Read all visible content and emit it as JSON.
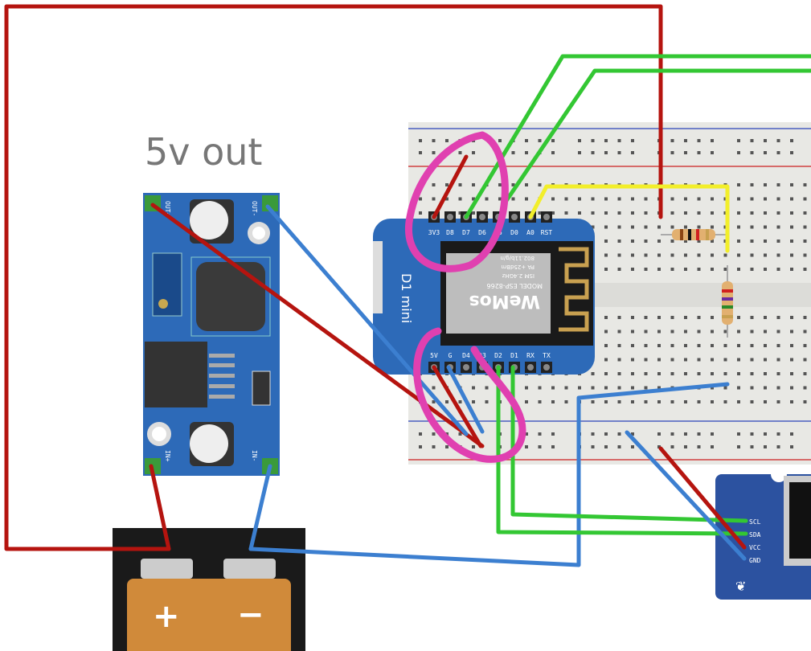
{
  "annotation": {
    "text": "5v out"
  },
  "buck_converter": {
    "pins": [
      "OUT+",
      "OUT-",
      "IN+",
      "IN-"
    ]
  },
  "battery": {
    "plus": "+",
    "minus": "−"
  },
  "wemos": {
    "title": "D1 mini",
    "top_pins": [
      "3V3",
      "D8",
      "D7",
      "D6",
      "D5",
      "D0",
      "A0",
      "RST"
    ],
    "bottom_pins": [
      "5V",
      "G",
      "D4",
      "D3",
      "D2",
      "D1",
      "RX",
      "TX"
    ],
    "module": {
      "model": "MODEL  ESP-8266",
      "ism": "ISM 2.4GHz",
      "pa": "PA +25dBm",
      "std": "802.11b/g/n",
      "brand": "WeMos"
    }
  },
  "oled": {
    "pins": [
      "SCL",
      "SDA",
      "VCC",
      "GND"
    ]
  },
  "colors": {
    "red_wire": "#b5140f",
    "blue_wire": "#3c7fd0",
    "green_wire": "#33c733",
    "yellow_wire": "#f2ee2a",
    "highlight": "#e040b0",
    "board_blue": "#2d6ab8",
    "oled_blue": "#2c52a0"
  }
}
